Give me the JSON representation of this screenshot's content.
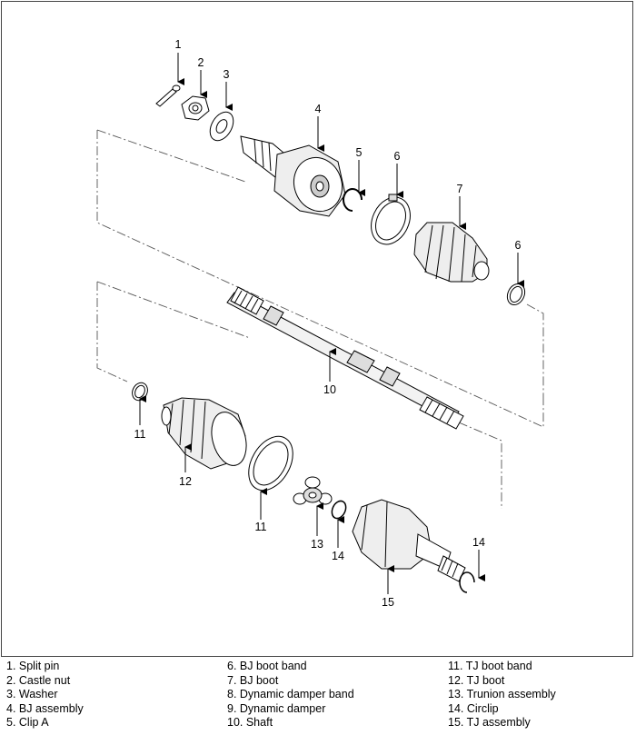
{
  "callouts": {
    "c1": "1",
    "c2": "2",
    "c3": "3",
    "c4": "4",
    "c5": "5",
    "c6a": "6",
    "c6b": "6",
    "c7": "7",
    "c10": "10",
    "c11a": "11",
    "c11b": "11",
    "c12": "12",
    "c13": "13",
    "c14a": "14",
    "c14b": "14",
    "c15": "15"
  },
  "legend": {
    "col1": [
      "1. Split pin",
      "2. Castle nut",
      "3. Washer",
      "4. BJ assembly",
      "5. Clip A"
    ],
    "col2": [
      "6. BJ boot band",
      "7. BJ boot",
      "8. Dynamic damper band",
      "9. Dynamic damper",
      "10. Shaft"
    ],
    "col3": [
      "11. TJ boot band",
      "12. TJ boot",
      "13. Trunion assembly",
      "14. Circlip",
      "15. TJ assembly"
    ]
  }
}
